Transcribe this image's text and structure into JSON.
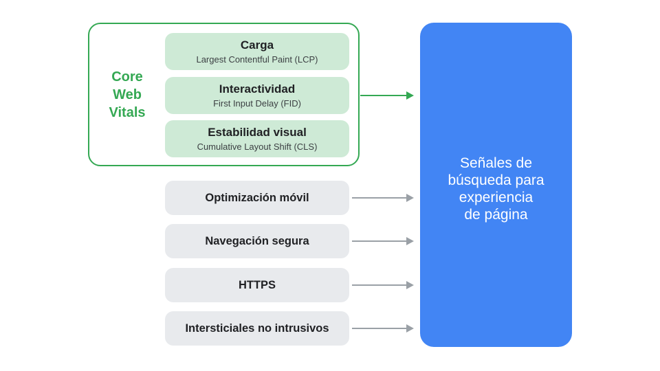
{
  "diagram": {
    "core_web_vitals": {
      "label_lines": [
        "Core",
        "Web",
        "Vitals"
      ],
      "items": [
        {
          "title": "Carga",
          "subtitle": "Largest Contentful Paint (LCP)"
        },
        {
          "title": "Interactividad",
          "subtitle": "First Input Delay (FID)"
        },
        {
          "title": "Estabilidad visual",
          "subtitle": "Cumulative Layout Shift (CLS)"
        }
      ]
    },
    "other_signals": [
      "Optimización móvil",
      "Navegación segura",
      "HTTPS",
      "Intersticiales no intrusivos"
    ],
    "result_box": {
      "lines": [
        "Señales de",
        "búsqueda para",
        "experiencia",
        "de página"
      ]
    },
    "colors": {
      "green": "#34A853",
      "green_light": "#CEEAD6",
      "gray_pill": "#E8EAED",
      "blue": "#4285F4",
      "arrow_gray": "#9AA0A6",
      "title_text": "#202124",
      "subtitle_text": "#3C4043",
      "result_text": "#FFFFFF"
    }
  }
}
